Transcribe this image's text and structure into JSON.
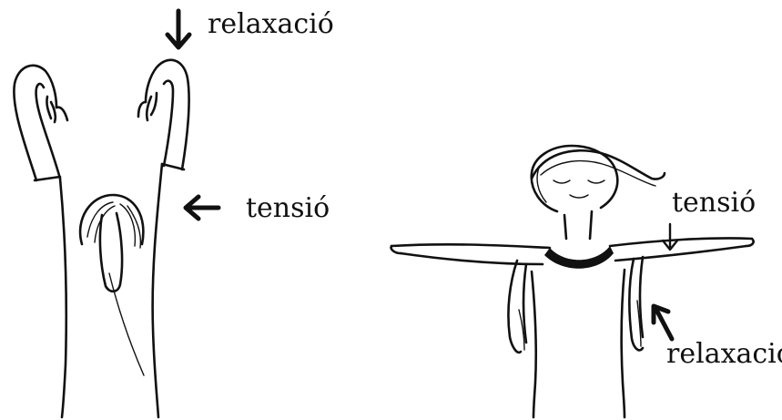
{
  "figure_left": {
    "label_top": "relaxació",
    "label_side": "tensió"
  },
  "figure_right": {
    "label_top": "tensió",
    "label_bottom": "relaxació"
  }
}
